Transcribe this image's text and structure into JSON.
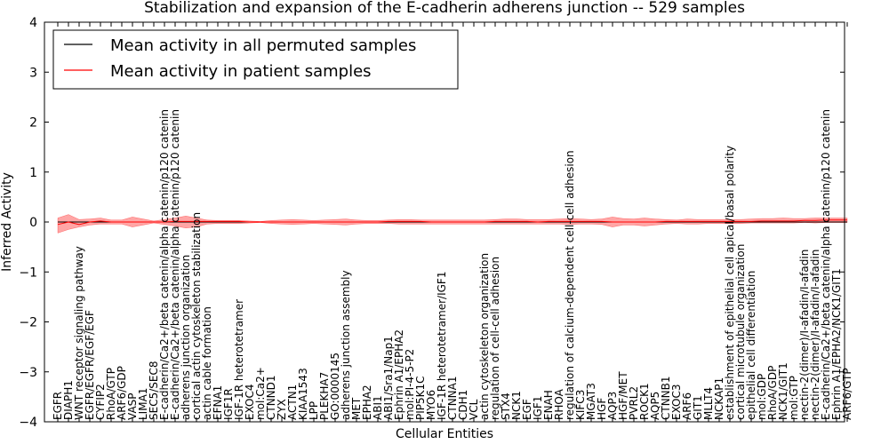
{
  "chart_data": {
    "type": "line",
    "title": "Stabilization and expansion of the E-cadherin adherens junction -- 529 samples",
    "xlabel": "Cellular Entities",
    "ylabel": "Inferred Activity",
    "ylim": [
      -4,
      4
    ],
    "yticks": [
      "−4",
      "−3",
      "−2",
      "−1",
      "0",
      "1",
      "2",
      "3",
      "4"
    ],
    "grid": false,
    "legend": {
      "placement": "top-left",
      "entries": [
        {
          "label": "Mean activity in all permuted samples",
          "color": "#000000"
        },
        {
          "label": "Mean activity in patient samples",
          "color": "#ff0000"
        }
      ]
    },
    "categories": [
      "EGFR",
      "DIAPH1",
      "WNT receptor signaling pathway",
      "EGFR/EGFR/EGF/EGF",
      "CYFIP2",
      "RhoA/GTP",
      "ARF6/GDP",
      "VASP",
      "LIMA1",
      "SEC5/SEC8",
      "E-cadherin/Ca2+/beta catenin/alpha catenin/p120 catenin",
      "E-cadherin/Ca2+/beta catenin/alpha catenin/p120 catenin",
      "adherens junction organization",
      "cortical actin cytoskeleton stabilization",
      "actin cable formation",
      "EFNA1",
      "IGF1R",
      "IGF-1R heterotetramer",
      "EXOC4",
      "mol:Ca2+",
      "CTNND1",
      "ZYX",
      "ACTN1",
      "KIAA1543",
      "LPP",
      "PLEKHA7",
      "GO:0000145",
      "adherens junction assembly",
      "MET",
      "EPHA2",
      "ABI1",
      "ABI1/Sra1/Nap1",
      "Ephrin A1/EPHA2",
      "mol:PI-4-5-P2",
      "PIP5K1C",
      "MYO6",
      "IGF-1R heterotetramer/IGF1",
      "CTNNA1",
      "CDH1",
      "VCL",
      "actin cytoskeleton organization",
      "regulation of cell-cell adhesion",
      "STX4",
      "NCK1",
      "EGF",
      "IGF1",
      "ENAH",
      "RHOA",
      "regulation of calcium-dependent cell-cell adhesion",
      "KIFC3",
      "MGAT3",
      "HGF",
      "AQP3",
      "HGF/MET",
      "PVRL2",
      "ROCK1",
      "AQP5",
      "CTNNB1",
      "EXOC3",
      "ARF6",
      "GIT1",
      "MLLT4",
      "NCKAP1",
      "establishment of epithelial cell apical/basal polarity",
      "cortical microtubule organization",
      "epithelial cell differentiation",
      "mol:GDP",
      "RhoA/GDP",
      "NCK1/GIT1",
      "mol:GTP",
      "nectin-2(dimer)/I-afadin/I-afadin",
      "nectin-2(dimer)/I-afadin/I-afadin",
      "E-cadherin/Ca2+/beta catenin/alpha catenin/p120 catenin",
      "Ephrin A1/EPHA2/NCK1/GIT1",
      "ARF6/GTP"
    ],
    "series": [
      {
        "name": "Mean activity in all permuted samples",
        "color": "#000000",
        "values": [
          0.0,
          0.0,
          0.0,
          0.0,
          0.0,
          0.0,
          0.0,
          0.0,
          0.0,
          0.0,
          0.0,
          0.0,
          0.0,
          0.0,
          0.0,
          0.0,
          0.0,
          0.0,
          0.0,
          0.0,
          0.0,
          0.0,
          0.0,
          0.0,
          0.0,
          0.0,
          0.0,
          0.0,
          0.0,
          0.0,
          0.0,
          0.0,
          0.0,
          0.0,
          0.0,
          0.0,
          0.0,
          0.0,
          0.0,
          0.0,
          0.0,
          0.0,
          0.0,
          0.0,
          0.0,
          0.0,
          0.0,
          0.0,
          0.0,
          0.0,
          0.0,
          0.0,
          0.0,
          0.0,
          0.0,
          0.0,
          0.0,
          0.0,
          0.0,
          0.0,
          0.0,
          0.0,
          0.0,
          0.0,
          0.0,
          0.0,
          0.0,
          0.0,
          0.0,
          0.0,
          0.0,
          0.0,
          0.0,
          0.0,
          0.0
        ]
      },
      {
        "name": "Mean activity in patient samples",
        "color": "#ff0000",
        "values": [
          -0.05,
          0.0,
          -0.05,
          0.0,
          0.02,
          0.0,
          0.0,
          0.0,
          0.0,
          0.0,
          0.0,
          0.01,
          0.01,
          0.01,
          0.01,
          0.01,
          0.01,
          0.01,
          0.0,
          0.0,
          0.0,
          0.0,
          0.0,
          0.0,
          0.0,
          0.0,
          0.0,
          0.0,
          0.0,
          0.0,
          0.0,
          0.01,
          0.01,
          0.01,
          0.01,
          0.0,
          0.0,
          0.0,
          0.0,
          0.0,
          0.0,
          0.01,
          0.01,
          0.01,
          0.01,
          0.0,
          0.01,
          0.01,
          0.01,
          0.01,
          0.01,
          0.01,
          0.0,
          0.0,
          0.0,
          0.0,
          0.0,
          0.01,
          0.01,
          0.01,
          0.01,
          0.01,
          0.01,
          0.01,
          0.01,
          0.01,
          0.02,
          0.02,
          0.02,
          0.02,
          0.03,
          0.03,
          0.04,
          0.04,
          0.04
        ]
      }
    ],
    "band": {
      "color": "#ff0000",
      "upper": [
        0.08,
        0.15,
        0.05,
        0.06,
        0.08,
        0.04,
        0.04,
        0.1,
        0.06,
        0.02,
        0.05,
        0.08,
        0.12,
        0.08,
        0.04,
        0.03,
        0.03,
        0.03,
        0.02,
        0.01,
        0.03,
        0.04,
        0.05,
        0.04,
        0.03,
        0.04,
        0.05,
        0.06,
        0.04,
        0.03,
        0.03,
        0.04,
        0.05,
        0.05,
        0.04,
        0.04,
        0.04,
        0.04,
        0.04,
        0.04,
        0.04,
        0.05,
        0.06,
        0.06,
        0.05,
        0.05,
        0.05,
        0.06,
        0.07,
        0.06,
        0.05,
        0.06,
        0.1,
        0.07,
        0.06,
        0.08,
        0.06,
        0.05,
        0.04,
        0.06,
        0.05,
        0.05,
        0.05,
        0.05,
        0.05,
        0.06,
        0.07,
        0.07,
        0.08,
        0.07,
        0.07,
        0.08,
        0.08,
        0.08,
        0.08
      ],
      "lower": [
        -0.22,
        -0.15,
        -0.1,
        -0.06,
        -0.04,
        -0.04,
        -0.04,
        -0.1,
        -0.06,
        -0.02,
        -0.05,
        -0.08,
        -0.12,
        -0.1,
        -0.04,
        -0.03,
        -0.03,
        -0.03,
        -0.02,
        -0.01,
        -0.03,
        -0.04,
        -0.05,
        -0.04,
        -0.03,
        -0.04,
        -0.05,
        -0.06,
        -0.04,
        -0.03,
        -0.03,
        -0.03,
        -0.04,
        -0.04,
        -0.04,
        -0.04,
        -0.04,
        -0.04,
        -0.04,
        -0.04,
        -0.04,
        -0.04,
        -0.04,
        -0.04,
        -0.04,
        -0.04,
        -0.04,
        -0.04,
        -0.05,
        -0.04,
        -0.04,
        -0.05,
        -0.1,
        -0.06,
        -0.06,
        -0.08,
        -0.06,
        -0.04,
        -0.03,
        -0.04,
        -0.04,
        -0.03,
        -0.03,
        -0.03,
        -0.03,
        -0.02,
        -0.02,
        -0.02,
        -0.02,
        -0.02,
        -0.01,
        -0.02,
        -0.01,
        -0.01,
        -0.01
      ]
    }
  }
}
